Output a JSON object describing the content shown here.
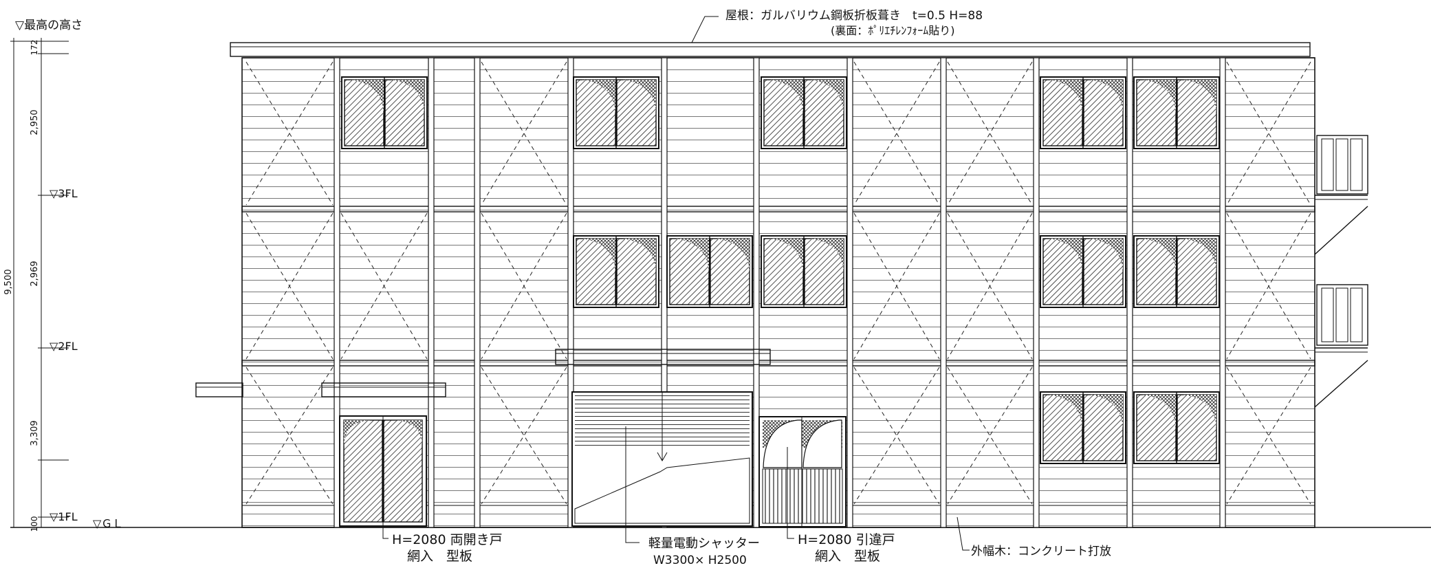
{
  "levels": {
    "top": "▽最高の高さ",
    "fl3": "▽3FL",
    "fl2": "▽2FL",
    "fl1": "▽1FL",
    "gl": "▽ＧＬ"
  },
  "dimensions": {
    "total": "9,500",
    "roof": "172",
    "floor3": "2,950",
    "floor2": "2,969",
    "floor1": "3,309",
    "base": "100"
  },
  "annotations": {
    "roof_line1": "屋根：ガルバリウム鋼板折板葺き　t=0.5 H=88",
    "roof_line2": "(裏面：ﾎﾟﾘｴﾁﾚﾝﾌｫｰﾑ貼り)",
    "door1_line1": "H=2080 両開き戸",
    "door1_line2": "網入　型板",
    "shutter_line1": "軽量電動シャッター",
    "shutter_line2": "W3300× H2500",
    "door2_line1": "H=2080 引違戸",
    "door2_line2": "網入　型板",
    "skirt": "外幅木：コンクリート打放"
  }
}
